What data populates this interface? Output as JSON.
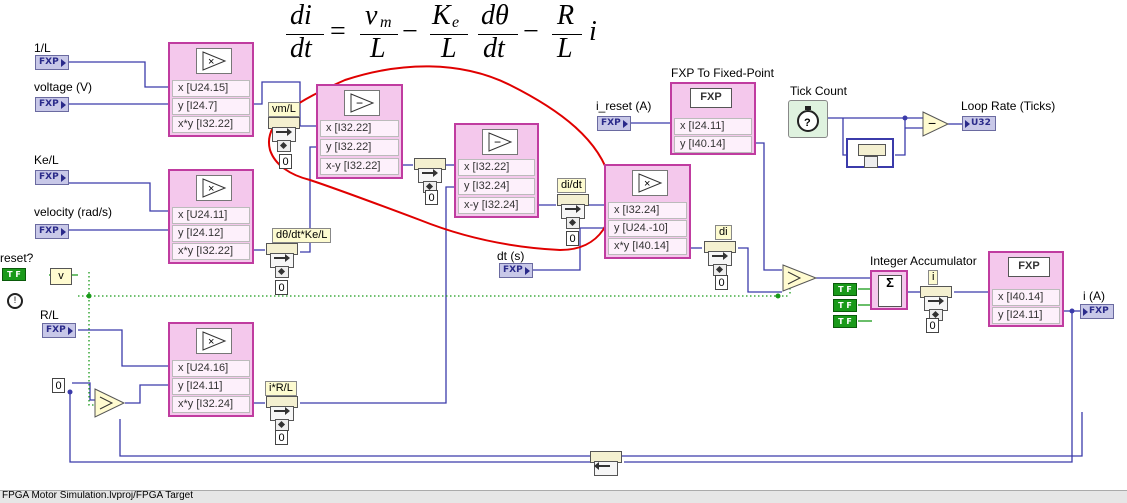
{
  "equation": {
    "lhs_num": "di",
    "lhs_den": "dt",
    "t1_num": "v",
    "t1_sub": "m",
    "t1_den": "L",
    "t2_num": "K",
    "t2_sub": "e",
    "t2_den": "L",
    "t3_num": "dθ",
    "t3_den": "dt",
    "t4_num": "R",
    "t4_den": "L",
    "tail": "i",
    "eq_sign": "=",
    "minus": "−"
  },
  "controls": {
    "one_over_l": "1/L",
    "voltage": "voltage (V)",
    "ke_l": "Ke/L",
    "velocity": "velocity (rad/s)",
    "reset": "reset?",
    "r_l": "R/L",
    "dt": "dt (s)",
    "i_reset": "i_reset (A)",
    "fxp": "FXP",
    "tf": "T F"
  },
  "indicators": {
    "loop_rate": "Loop Rate (Ticks)",
    "loop_rate_type": "U32",
    "current": "i (A)",
    "current_type": "FXP"
  },
  "nodes": {
    "mult1": {
      "x": "x [U24.15]",
      "y": "y [I24.7]",
      "out": "x*y [I32.22]"
    },
    "mult2": {
      "x": "x [U24.11]",
      "y": "y [I24.12]",
      "out": "x*y [I32.22]"
    },
    "mult3": {
      "x": "x [U24.16]",
      "y": "y [I24.11]",
      "out": "x*y [I32.24]"
    },
    "sub1": {
      "x": "x [I32.22]",
      "y": "y [I32.22]",
      "out": "x-y [I32.22]"
    },
    "sub2": {
      "x": "x [I32.22]",
      "y": "y [I32.24]",
      "out": "x-y [I32.24]"
    },
    "mult4": {
      "x": "x [I32.24]",
      "y": "y [U24.-10]",
      "out": "x*y [I40.14]"
    },
    "fxp_top": {
      "title": "FXP To Fixed-Point",
      "hdr": "FXP",
      "x": "x [I24.11]",
      "y": "y [I40.14]"
    },
    "fxp_bot": {
      "hdr": "FXP",
      "x": "x [I40.14]",
      "y": "y [I24.11]"
    }
  },
  "tags": {
    "vm_l": "vm/L",
    "dtheta": "dθ/dt*Ke/L",
    "di_dt": "di/dt",
    "di": "di",
    "i_rl": "i*R/L",
    "i": "i"
  },
  "misc": {
    "tick_count": "Tick Count",
    "integrator": "Integer Accumulator",
    "zero": "0",
    "or": "v",
    "sigma": "Σ"
  },
  "status_bar": {
    "path": "FPGA Motor Simulation.lvproj/FPGA Target"
  },
  "colors": {
    "wire_blue": "#3b3baa",
    "wire_green": "#1a9a1a",
    "node_border": "#c03ca0",
    "node_fill": "#f4c8ec",
    "annotation_red": "#e00000"
  }
}
